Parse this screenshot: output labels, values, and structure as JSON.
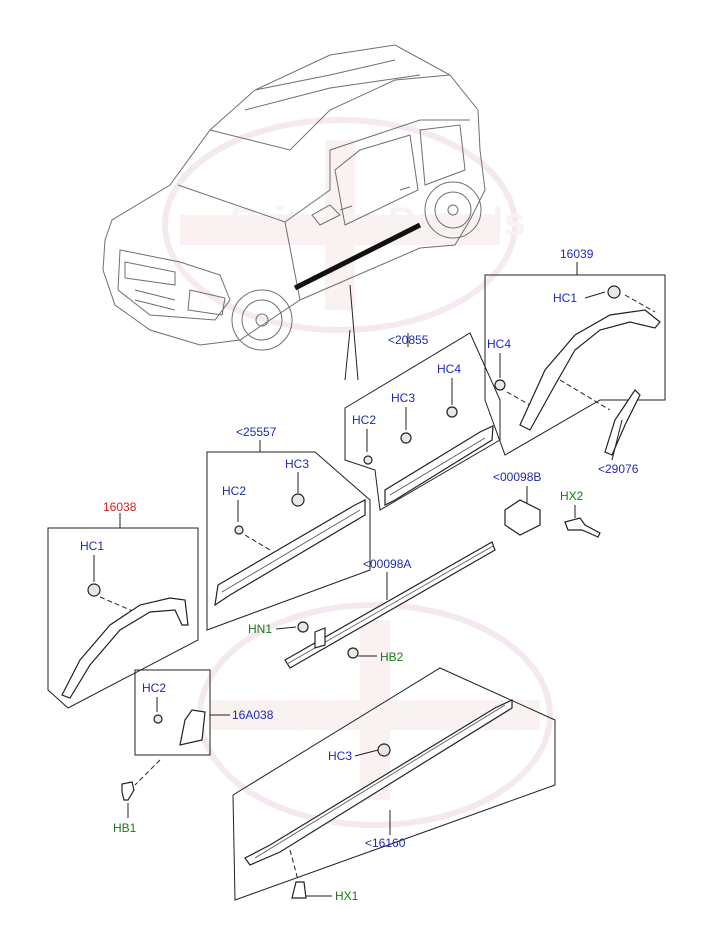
{
  "watermark": "Brit Car Brands",
  "colors": {
    "label_blue": "#1f2bb3",
    "label_red": "#d21f1f",
    "label_green": "#167a16"
  },
  "groups": {
    "g16039": {
      "number": "16039",
      "hc1": "HC1",
      "hc4": "HC4",
      "ref": "<29076"
    },
    "g20855": {
      "number": "<20855",
      "hc4": "HC4",
      "hc3": "HC3",
      "hc2": "HC2"
    },
    "g25557": {
      "number": "<25557",
      "hc3": "HC3",
      "hc2": "HC2"
    },
    "g16038": {
      "number": "16038",
      "hc1": "HC1"
    },
    "g00098b": {
      "number": "<00098B",
      "hx2": "HX2"
    },
    "g00098a": {
      "number": "<00098A",
      "hn1": "HN1",
      "hb2": "HB2"
    },
    "g16a038": {
      "number": "16A038",
      "hc2": "HC2",
      "hb1": "HB1"
    },
    "g16160": {
      "number": "<16160",
      "hc3": "HC3",
      "hx1": "HX1"
    }
  }
}
